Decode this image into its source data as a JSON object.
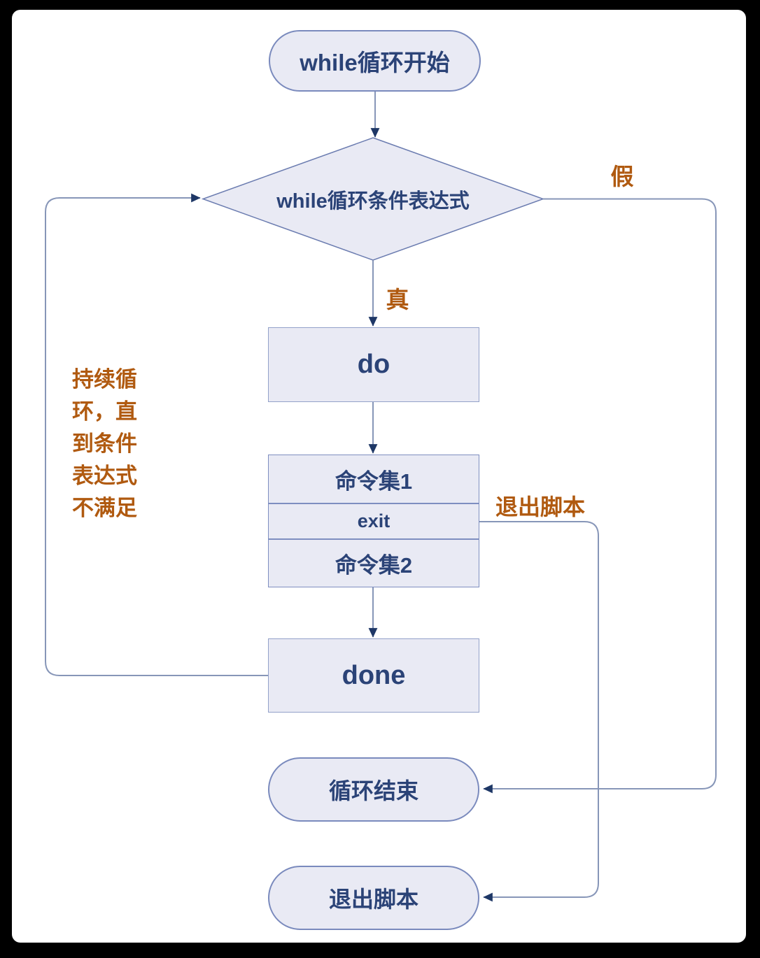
{
  "diagram": {
    "type": "flowchart",
    "topic": "shell while loop control flow",
    "nodes": {
      "start": "while循环开始",
      "condition": "while循环条件表达式",
      "do_block": "do",
      "cmd1": "命令集1",
      "exit_cmd": "exit",
      "cmd2": "命令集2",
      "done_block": "done",
      "loop_end": "循环结束",
      "exit_script": "退出脚本"
    },
    "edge_labels": {
      "false_branch": "假",
      "true_branch": "真",
      "exit_branch": "退出脚本"
    },
    "annotation": "持续循\n环，直\n到条件\n表达式\n不满足",
    "colors": {
      "frame_bg": "#000000",
      "page_bg": "#ffffff",
      "node_fill": "#e9eaf4",
      "node_border": "#7a8abd",
      "diamond_border": "#6b7cb0",
      "connector_line": "#8796b8",
      "arrowhead": "#1e3766",
      "node_text": "#2b4377",
      "label_text": "#b05a10"
    }
  }
}
